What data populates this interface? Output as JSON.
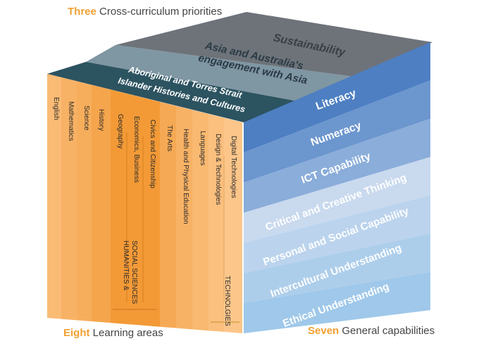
{
  "captions": {
    "top": {
      "num": "Three",
      "text": "Cross-curriculum priorities"
    },
    "left": {
      "num": "Eight",
      "text": "Learning areas"
    },
    "right": {
      "num": "Seven",
      "text": "General capabilities"
    }
  },
  "priorities": [
    "Sustainability",
    "Asia and Australia's",
    "engagement with Asia",
    "Aboriginal and Torres Strait",
    "Islander Histories and Cultures"
  ],
  "learning_areas": [
    "English",
    "Mathematics",
    "Science",
    "History",
    "Geography",
    "Economics, Business",
    "Civics and Citizenship",
    "HUMANITIES &",
    "SOCIAL SCIENCES",
    "The Arts",
    "Health and Physical Education",
    "Languages",
    "Design & Technologies",
    "Digital Technologies",
    "TECHNOLGIES"
  ],
  "capabilities": [
    "Literacy",
    "Numeracy",
    "ICT Capability",
    "Critical and Creative Thinking",
    "Personal and Social Capability",
    "Intercultural Understanding",
    "Ethical Understanding"
  ],
  "colors": {
    "sustainability": "#6e737a",
    "asia": "#7f96a3",
    "aboriginal": "#2c5360",
    "orange_dark": "#f39a37",
    "orange_light": "#fcc68a",
    "blue_dark": "#4d7fc2",
    "blue_light": "#9fc8ea"
  }
}
